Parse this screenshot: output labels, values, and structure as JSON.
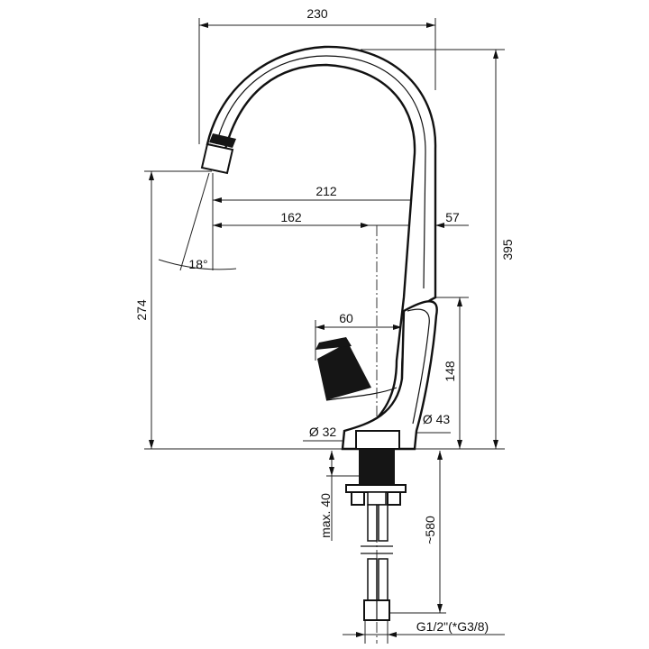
{
  "dimensions": {
    "width_overall": "230",
    "height_overall": "395",
    "spout_reach": "212",
    "axis_to_outlet": "162",
    "axis_to_back": "57",
    "outlet_height": "274",
    "spray_angle": "18°",
    "lever_length": "60",
    "lever_height": "148",
    "body_diameter": "Ø 43",
    "shank_diameter": "Ø 32",
    "deck_thickness": "max. 40",
    "hose_length": "~580",
    "thread": "G1/2\"(*G3/8)"
  },
  "colors": {
    "line": "#111111",
    "fill_dark": "#151515"
  }
}
